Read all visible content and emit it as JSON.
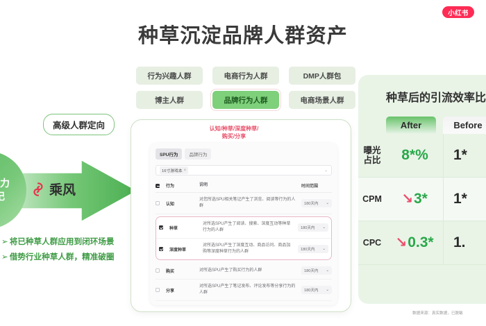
{
  "brand": {
    "logo_text": "小红书"
  },
  "header": {
    "title": "种草沉淀品牌人群资产"
  },
  "tags": {
    "row1": [
      {
        "label": "行为兴趣人群",
        "selected": false
      },
      {
        "label": "电商行为人群",
        "selected": false
      },
      {
        "label": "DMP人群包",
        "selected": false
      }
    ],
    "row2": [
      {
        "label": "博主人群",
        "selected": false
      },
      {
        "label": "品牌行为人群",
        "selected": true
      },
      {
        "label": "电商场景人群",
        "selected": false
      }
    ]
  },
  "left": {
    "pill_label": "高级人群定向",
    "funnel_circle": "种草力\n笔记",
    "funnel_circle_line1": "种草力",
    "funnel_circle_line2": "笔记",
    "funnel_brand": "乘风",
    "bullets": [
      {
        "arrow": "➢",
        "text": "将已种草人群应用到闭环场景"
      },
      {
        "arrow": "➢",
        "text": "借势行业种草人群，精准破圈"
      }
    ]
  },
  "center": {
    "annotation": "认知/种草/深度种草/\n购买/分享",
    "annotation_line1": "认知/种草/深度种草/",
    "annotation_line2": "购买/分享",
    "tabs": [
      {
        "label": "SPU行为",
        "active": true
      },
      {
        "label": "品牌行为",
        "active": false
      }
    ],
    "filter": {
      "chip_label": "16寸游戏本",
      "chip_close": "×",
      "caret": "⌄"
    },
    "table": {
      "columns": [
        "行为",
        "说明",
        "时间范围"
      ],
      "header_checkbox_state": "partial",
      "rows": [
        {
          "checked": false,
          "behavior": "认知",
          "desc": "对您所选SPU相关笔记产生了浏览、阅读等行为的人群",
          "time": "180天内",
          "caret": "⌄",
          "highlighted": false
        },
        {
          "checked": true,
          "behavior": "种草",
          "desc": "对所选SPU产生了阅读、搜索、深度互动等种草行为的人群",
          "time": "180天内",
          "caret": "⌄",
          "highlighted": true
        },
        {
          "checked": true,
          "behavior": "深度种草",
          "desc": "对所选SPU产生了深度互动、商品访问、商品加购等深度种草行为的人群",
          "time": "180天内",
          "caret": "⌄",
          "highlighted": true
        },
        {
          "checked": false,
          "behavior": "购买",
          "desc": "对所选SPU产生了购买行为的人群",
          "time": "180天内",
          "caret": "⌄",
          "highlighted": false
        },
        {
          "checked": false,
          "behavior": "分享",
          "desc": "对所选SPU产生了笔记发布、评论发布等分享行为的人群",
          "time": "180天内",
          "caret": "⌄",
          "highlighted": false
        }
      ]
    }
  },
  "metrics": {
    "title": "种草后的引流效率比",
    "col_after": "After",
    "col_before": "Before",
    "rows": [
      {
        "label": "曝光占比",
        "label_l1": "曝光",
        "label_l2": "占比",
        "trend": "",
        "after": "8*%",
        "before": "1*"
      },
      {
        "label": "CPM",
        "label_l1": "CPM",
        "label_l2": "",
        "trend": "↘",
        "after": "3*",
        "before": "1*"
      },
      {
        "label": "CPC",
        "label_l1": "CPC",
        "label_l2": "",
        "trend": "↘",
        "after": "0.3*",
        "before": "1."
      }
    ]
  },
  "footer": {
    "note": "数据来源：真实数据，已脱敏"
  },
  "colors": {
    "brand_red": "#fe2c55",
    "accent_green": "#4caf52",
    "tag_bg": "#e6efe2",
    "tag_selected_bg": "#7ed07a",
    "metric_green": "#2aa84a",
    "trend_pink": "#ec4f6e",
    "panel_green": "#e9f4e7",
    "highlight_border": "#e9b9c4"
  }
}
